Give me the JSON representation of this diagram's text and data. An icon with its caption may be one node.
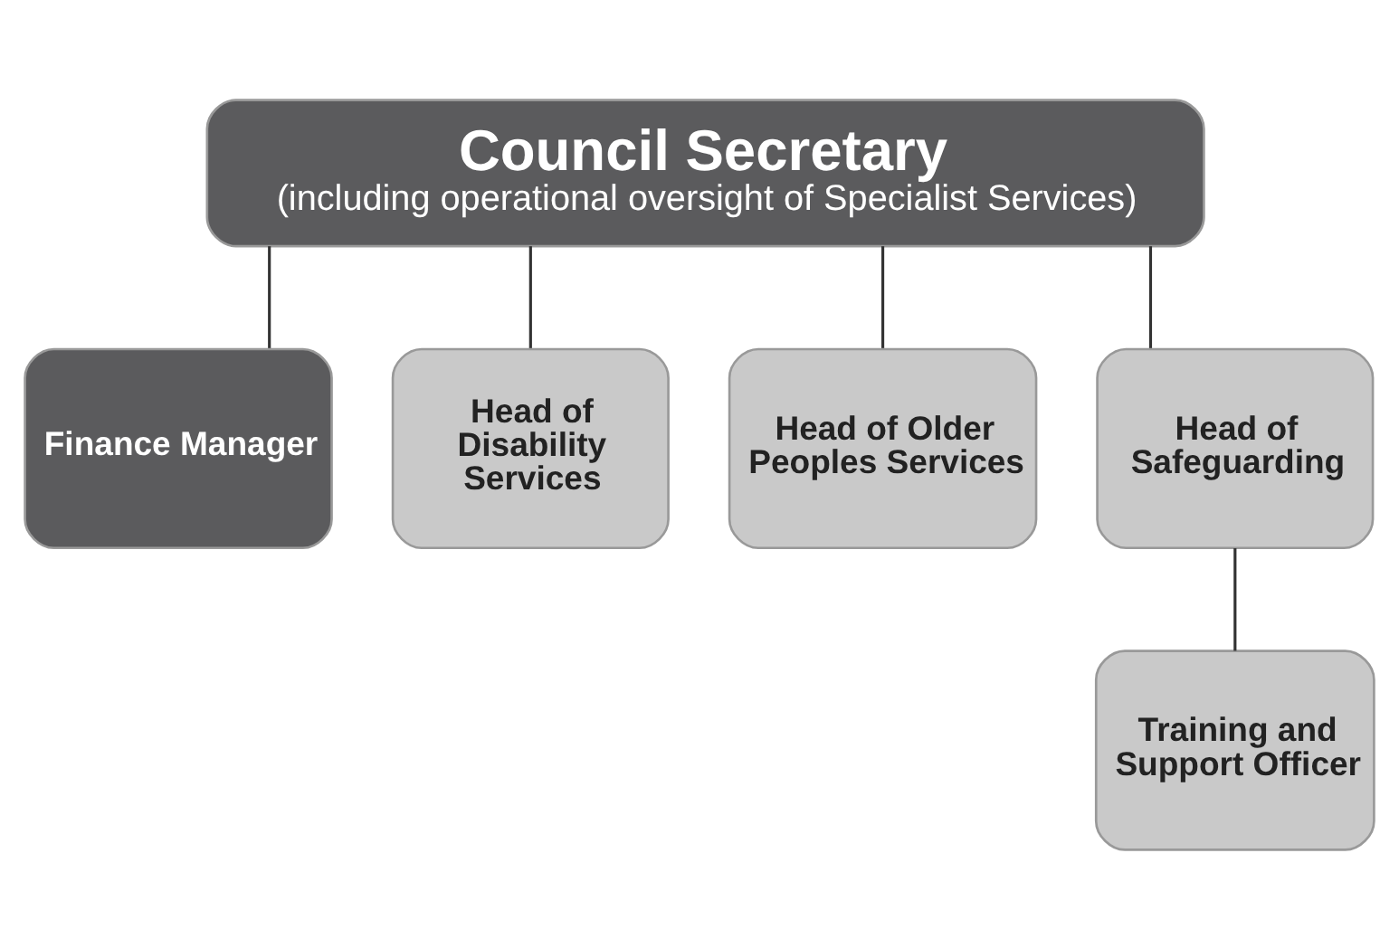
{
  "diagram": {
    "nodes": [
      {
        "text": [
          "Council Secretary",
          "(including operational oversight of Specialist Services)"
        ]
      },
      {
        "text": [
          "Finance Manager"
        ]
      },
      {
        "text": [
          "Head of Disability Services"
        ]
      },
      {
        "text": [
          "Head of Older Peoples Services"
        ]
      },
      {
        "text": [
          "Head of Safeguarding"
        ]
      },
      {
        "text": [
          "Training and Support Officer"
        ]
      }
    ],
    "edges": [
      {
        "from": 0,
        "to": 1,
        "arrow": "none"
      },
      {
        "from": 0,
        "to": 2,
        "arrow": "none"
      },
      {
        "from": 0,
        "to": 3,
        "arrow": "none"
      },
      {
        "from": 0,
        "to": 4,
        "arrow": "none"
      },
      {
        "from": 4,
        "to": 5,
        "arrow": "none"
      }
    ]
  }
}
